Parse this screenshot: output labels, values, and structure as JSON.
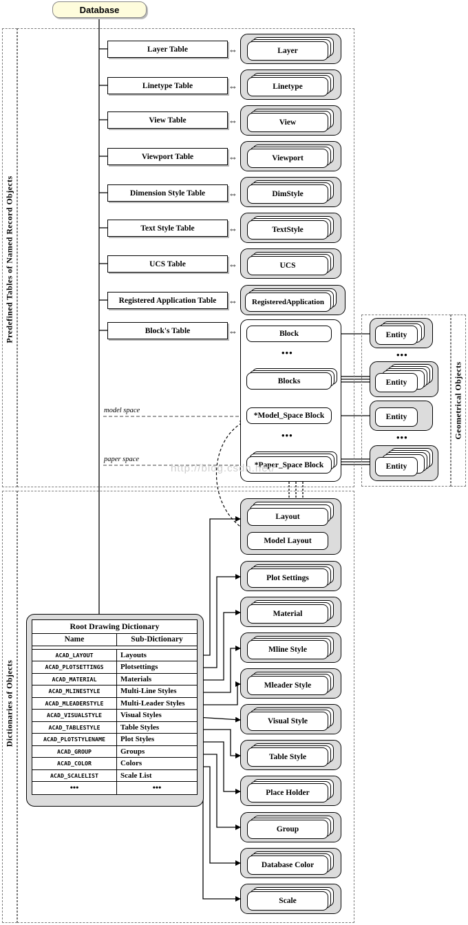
{
  "title": "Database",
  "regions": {
    "named_records": "Predefined Tables of Named Record Objects",
    "dictionaries": "Dictionaries of Objects",
    "geometry": "Geometrical Objects"
  },
  "symbol_tables": [
    {
      "table": "Layer    Table",
      "record": "Layer"
    },
    {
      "table": "Linetype    Table",
      "record": "Linetype"
    },
    {
      "table": "View    Table",
      "record": "View"
    },
    {
      "table": "Viewport    Table",
      "record": "Viewport"
    },
    {
      "table": "Dimension Style    Table",
      "record": "DimStyle"
    },
    {
      "table": "Text Style    Table",
      "record": "TextStyle"
    },
    {
      "table": "UCS    Table",
      "record": "UCS"
    },
    {
      "table": "Registered Application    Table",
      "record": "RegisteredApplication"
    }
  ],
  "block_table": {
    "label": "Block's Table",
    "block": "Block",
    "blocks": "Blocks",
    "model_space_block": "*Model_Space Block",
    "paper_space_block": "*Paper_Space Block",
    "ellipsis": "•••"
  },
  "space_labels": {
    "model": "model space",
    "paper": "paper space"
  },
  "entity": "Entity",
  "ellipsis": "•••",
  "layouts": {
    "layout": "Layout",
    "model_layout": "Model Layout"
  },
  "dictionaries": [
    "Plot Settings",
    "Material",
    "Mline Style",
    "Mleader Style",
    "Visual Style",
    "Table Style",
    "Place Holder",
    "Group",
    "Database Color",
    "Scale"
  ],
  "root_dictionary": {
    "title": "Root  Drawing  Dictionary",
    "col_name": "Name",
    "col_sub": "Sub-Dictionary",
    "rows": [
      {
        "name": "ACAD_LAYOUT",
        "sub": "Layouts"
      },
      {
        "name": "ACAD_PLOTSETTINGS",
        "sub": "Plotsettings"
      },
      {
        "name": "ACAD_MATERIAL",
        "sub": "Materials"
      },
      {
        "name": "ACAD_MLINESTYLE",
        "sub": "Multi-Line Styles"
      },
      {
        "name": "ACAD_MLEADERSTYLE",
        "sub": "Multi-Leader Styles"
      },
      {
        "name": "ACAD_VISUALSTYLE",
        "sub": "Visual Styles"
      },
      {
        "name": "ACAD_TABLESTYLE",
        "sub": "Table Styles"
      },
      {
        "name": "ACAD_PLOTSTYLENAME",
        "sub": "Plot Styles"
      },
      {
        "name": "ACAD_GROUP",
        "sub": "Groups"
      },
      {
        "name": "ACAD_COLOR",
        "sub": "Colors"
      },
      {
        "name": "ACAD_SCALELIST",
        "sub": "Scale List"
      }
    ],
    "ellipsis_row": {
      "name": "•••",
      "sub": "•••"
    }
  },
  "watermark": "http://blog.csdn.net/"
}
